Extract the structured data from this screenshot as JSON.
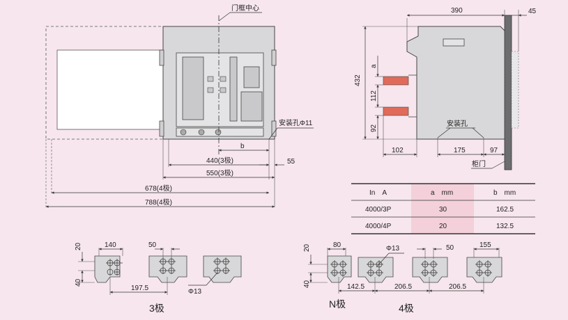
{
  "front_view": {
    "door_center_label": "门框中心",
    "mount_hole_label": "安装孔Φ11",
    "dims": {
      "b": "b",
      "d440": "440(3极)",
      "d55": "55",
      "d550": "550(3极)",
      "d678": "678(4极)",
      "d788": "788(4极)"
    }
  },
  "side_view": {
    "dims": {
      "d390": "390",
      "d45": "45",
      "d432": "432",
      "a": "a",
      "d112": "112",
      "d92": "92",
      "d102": "102",
      "d175": "175",
      "d97": "97"
    },
    "mount_hole_label": "安装孔",
    "door_label": "柜门"
  },
  "table": {
    "headers": [
      "In　A",
      "a　mm",
      "b　mm"
    ],
    "rows": [
      [
        "4000/3P",
        "30",
        "162.5"
      ],
      [
        "4000/4P",
        "20",
        "132.5"
      ]
    ],
    "highlight_color": "#f3d0da"
  },
  "terminals_3p": {
    "caption": "3极",
    "dims": {
      "d140": "140",
      "d50": "50",
      "d20": "20",
      "d40": "40",
      "d197_5": "197.5",
      "phi13": "Φ13"
    }
  },
  "terminals_4p": {
    "caption": "4极",
    "n_label": "N极",
    "dims": {
      "d80": "80",
      "phi13": "Φ13",
      "d50": "50",
      "d155": "155",
      "d20": "20",
      "d40": "40",
      "d142_5": "142.5",
      "d206_5a": "206.5",
      "d206_5b": "206.5"
    }
  }
}
